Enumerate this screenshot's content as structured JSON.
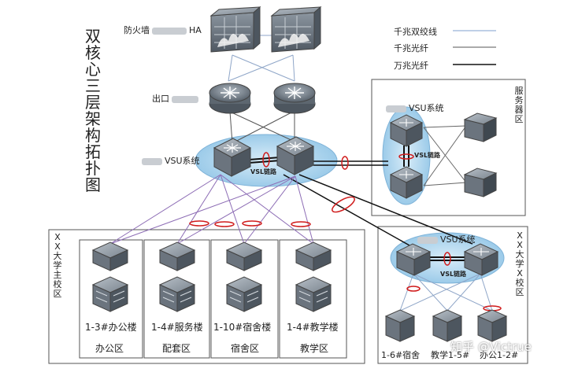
{
  "title_chars": [
    "双",
    "核",
    "心",
    "三",
    "层",
    "架",
    "构",
    "拓",
    "扑",
    "图"
  ],
  "legend": [
    {
      "label": "千兆双绞线",
      "color": "#7f9fcf"
    },
    {
      "label": "千兆光纤",
      "color": "#555555"
    },
    {
      "label": "万兆光纤",
      "color": "#111111"
    }
  ],
  "labels": {
    "firewall": "防火墙",
    "ha": "HA",
    "egress": "出口",
    "core_vsu": "VSU系统",
    "vsl": "VSL链路",
    "server_vsu": "VSU系统",
    "server_vsl": "VSL链路",
    "branch_vsu": "VSU系统",
    "branch_vsl": "VSL链路"
  },
  "server_area_chars": [
    "服",
    "务",
    "器",
    "区"
  ],
  "main_campus_chars": [
    "X",
    "X",
    "大",
    "学",
    "主",
    "校",
    "区"
  ],
  "branch_campus_chars": [
    "X",
    "X",
    "大",
    "学",
    "X",
    "校",
    "区"
  ],
  "buildings": [
    {
      "building": "1-3#办公楼",
      "area": "办公区"
    },
    {
      "building": "1-4#服务楼",
      "area": "配套区"
    },
    {
      "building": "1-10#宿舍楼",
      "area": "宿舍区"
    },
    {
      "building": "1-4#教学楼",
      "area": "教学区"
    }
  ],
  "branch_buildings": [
    "1-6#宿舍",
    "教学1-5#",
    "办公1-2#"
  ],
  "watermark": "知乎 @Victrue"
}
